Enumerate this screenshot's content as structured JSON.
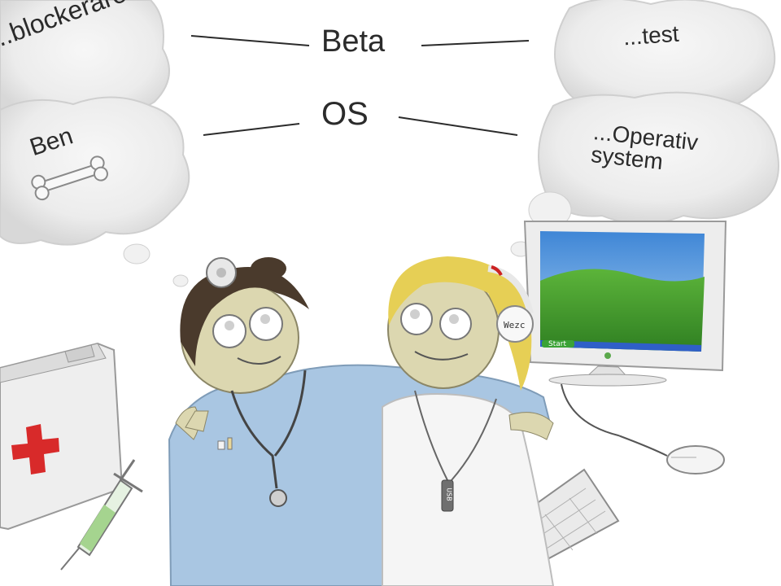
{
  "words": {
    "beta": "Beta",
    "os": "OS",
    "blockerare": "..blockerare",
    "ben": "Ben",
    "test": "...test",
    "operativ_line1": "...Operativ",
    "operativ_line2": "system"
  },
  "labels": {
    "start": "Start",
    "headphones": "Wezc",
    "usb": "USB"
  },
  "colors": {
    "cloud_fill": "#efefef",
    "cloud_shade": "#d4d4d4",
    "scrubs": "#a9c6e2",
    "skin": "#dcd7b0",
    "hair_brown": "#4a3a2c",
    "hair_blonde": "#e6cf55",
    "cross": "#d82a2a",
    "sky": "#5aa2e0",
    "grass": "#3f9a2e",
    "taskbar": "#2f5fc8"
  }
}
